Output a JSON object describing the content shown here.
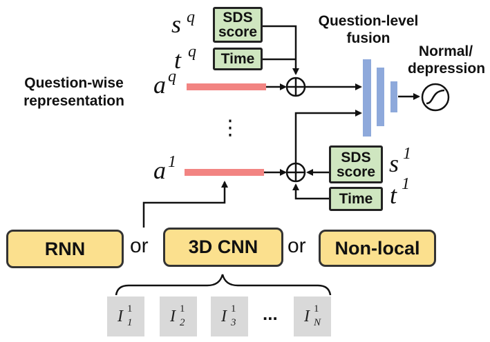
{
  "question_wise_label": [
    "Question-wise",
    "representation"
  ],
  "question_level_label": [
    "Question-level",
    "fusion"
  ],
  "output_label": [
    "Normal/",
    "depression"
  ],
  "top_row": {
    "a_symbol": "a",
    "a_sup": "q",
    "s_symbol": "s",
    "s_sup": "q",
    "t_symbol": "t",
    "t_sup": "q",
    "sds_box": [
      "SDS",
      "score"
    ],
    "time_box": "Time"
  },
  "bottom_row": {
    "a_symbol": "a",
    "a_sup": "1",
    "s_symbol": "s",
    "s_sup": "1",
    "t_symbol": "t",
    "t_sup": "1",
    "sds_box": [
      "SDS",
      "score"
    ],
    "time_box": "Time"
  },
  "vertical_ellipsis": "⋮",
  "models": [
    "RNN",
    "3D CNN",
    "Non-local"
  ],
  "or_words": [
    "or",
    "or"
  ],
  "frames": [
    {
      "symbol": "I",
      "sup": "1",
      "sub": "1"
    },
    {
      "symbol": "I",
      "sup": "1",
      "sub": "2"
    },
    {
      "symbol": "I",
      "sup": "1",
      "sub": "3"
    },
    {
      "symbol": "I",
      "sup": "1",
      "sub": "N"
    }
  ],
  "frame_ellipsis": "...",
  "colors": {
    "feature_bar": "#f28482",
    "fusion_layer": "#8ea9db",
    "green_box": "#cfe6c0",
    "model_box": "#fbe08e",
    "frame_box": "#d9d9d9"
  }
}
